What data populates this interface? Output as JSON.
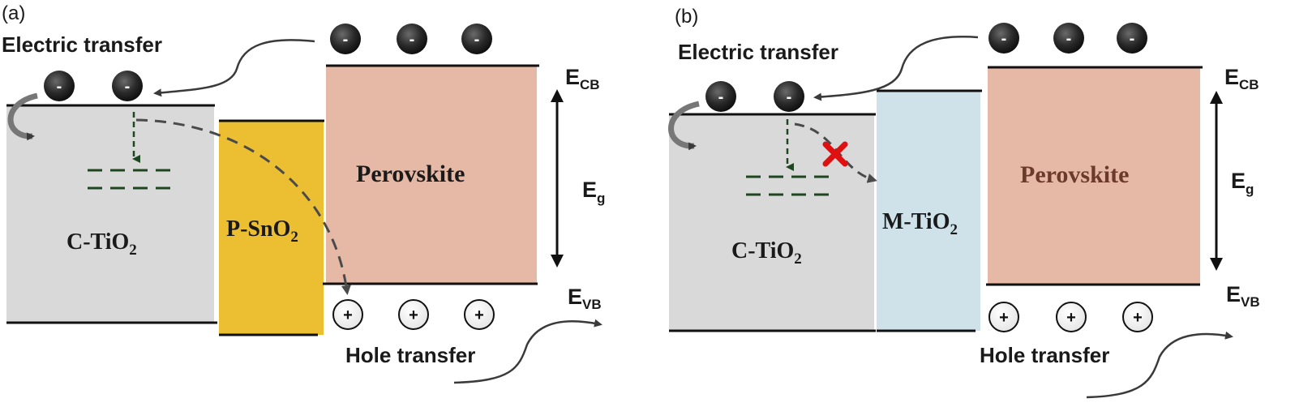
{
  "panels": [
    {
      "label": "(a)",
      "electric_transfer": "Electric transfer",
      "hole_transfer": "Hole transfer",
      "left_layer": {
        "base": "C-TiO",
        "sub": "2"
      },
      "middle_layer": {
        "base": "P-SnO",
        "sub": "2"
      },
      "right_layer": "Perovskite",
      "ecb": {
        "base": "E",
        "sub": "CB"
      },
      "eg": {
        "base": "E",
        "sub": "g"
      },
      "evb": {
        "base": "E",
        "sub": "VB"
      },
      "electron_sign": "-",
      "hole_sign": "+"
    },
    {
      "label": "(b)",
      "electric_transfer": "Electric transfer",
      "hole_transfer": "Hole transfer",
      "left_layer": {
        "base": "C-TiO",
        "sub": "2"
      },
      "middle_layer": {
        "base": "M-TiO",
        "sub": "2"
      },
      "right_layer": "Perovskite",
      "ecb": {
        "base": "E",
        "sub": "CB"
      },
      "eg": {
        "base": "E",
        "sub": "g"
      },
      "evb": {
        "base": "E",
        "sub": "VB"
      },
      "electron_sign": "-",
      "hole_sign": "+"
    }
  ],
  "colors": {
    "c_tio2": "#d9d9d9",
    "p_sno2": "#ecbf32",
    "m_tio2": "#cfe2ea",
    "perovskite": "#e6b8a6",
    "perovskite_text_b": "#6b3a2a",
    "trap_dash": "#1e4620",
    "block_mark": "#e01010"
  }
}
